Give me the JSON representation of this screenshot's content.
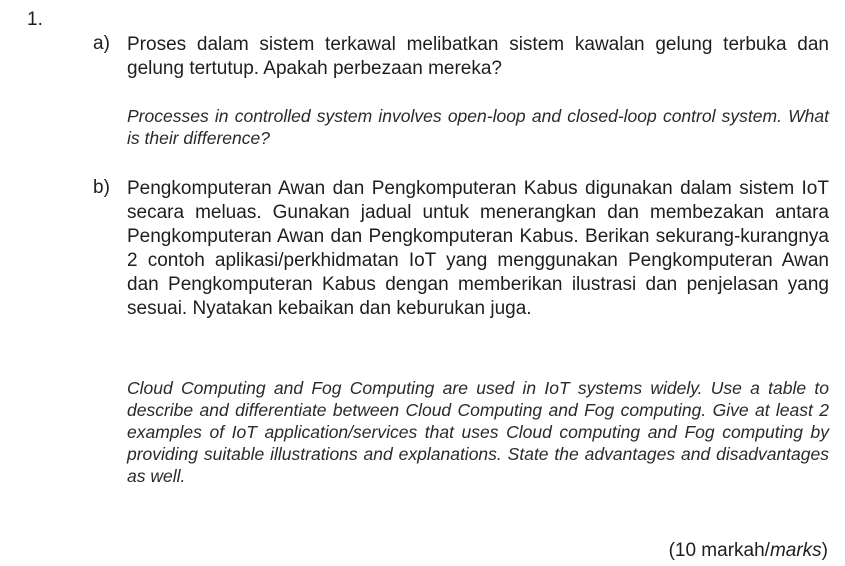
{
  "question_number": "1.",
  "parts": [
    {
      "label": "a)",
      "malay": "Proses dalam sistem terkawal melibatkan sistem kawalan gelung terbuka dan gelung tertutup. Apakah perbezaan mereka?",
      "english": "Processes in controlled system involves open-loop and closed-loop control system. What is their difference?"
    },
    {
      "label": "b)",
      "malay": "Pengkomputeran Awan dan Pengkomputeran Kabus digunakan dalam sistem IoT secara meluas. Gunakan jadual untuk menerangkan dan membezakan antara Pengkomputeran Awan dan Pengkomputeran Kabus. Berikan sekurang-kurangnya 2 contoh aplikasi/perkhidmatan IoT yang menggunakan Pengkomputeran Awan dan Pengkomputeran Kabus dengan memberikan ilustrasi dan penjelasan yang sesuai. Nyatakan kebaikan dan keburukan juga.",
      "english": "Cloud Computing and Fog Computing are used in IoT systems widely. Use a table to describe and differentiate between Cloud Computing and Fog computing. Give at least 2 examples of IoT application/services that uses Cloud computing and Fog computing by providing suitable illustrations and explanations. State the advantages and disadvantages as well."
    }
  ],
  "marks": {
    "prefix": "(10 markah/",
    "italic": "marks",
    "suffix": ")"
  }
}
